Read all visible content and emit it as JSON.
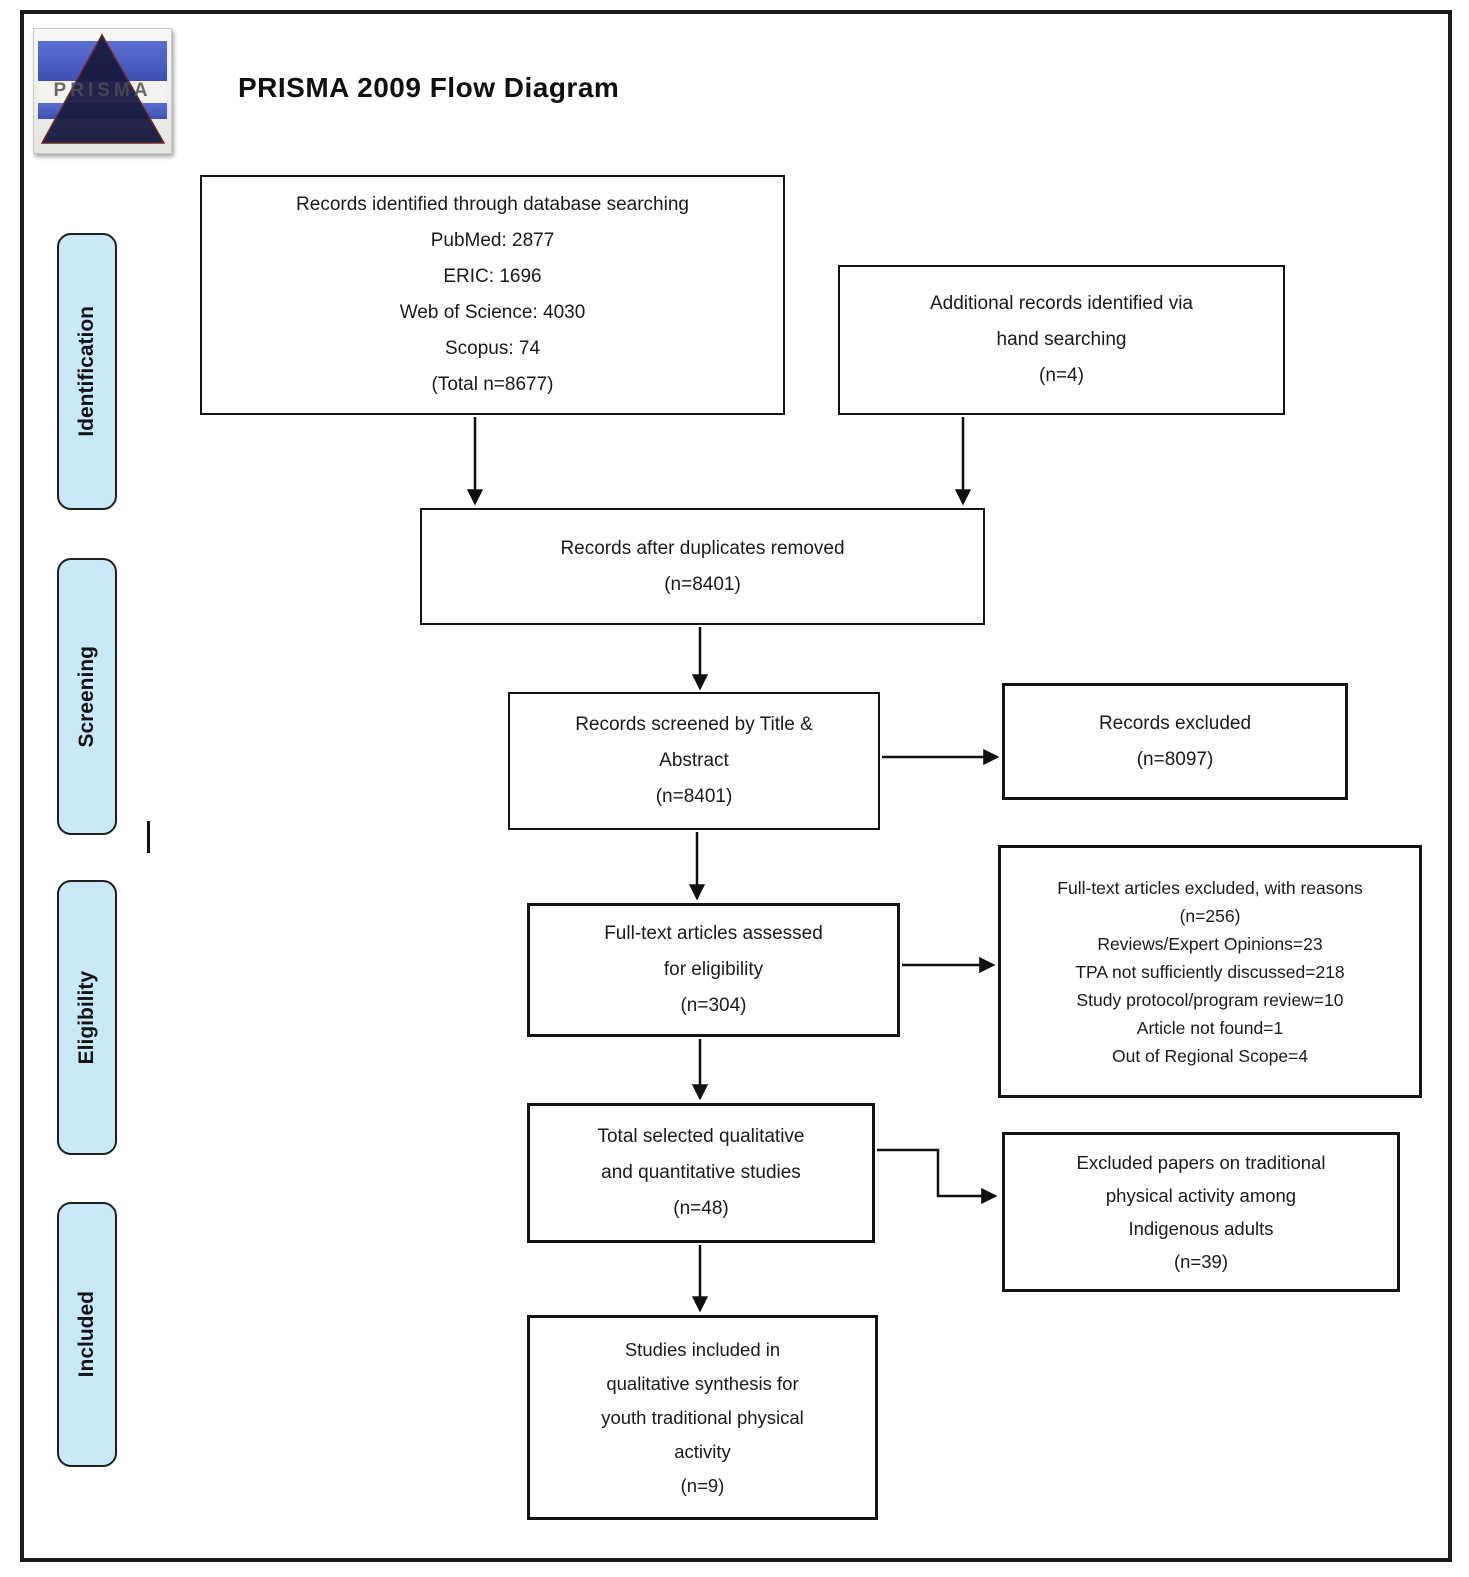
{
  "title": "PRISMA 2009 Flow Diagram",
  "logo": {
    "text": "PRISMA"
  },
  "stages": [
    "Identification",
    "Screening",
    "Eligibility",
    "Included"
  ],
  "boxes": {
    "identified": {
      "lines": [
        "Records identified through database searching",
        "PubMed: 2877",
        "ERIC: 1696",
        "Web of Science: 4030",
        "Scopus: 74",
        "(Total n=8677)"
      ]
    },
    "additional": {
      "lines": [
        "Additional records identified via",
        "hand searching",
        "(n=4)"
      ]
    },
    "after_duplicates": {
      "lines": [
        "Records after duplicates removed",
        "(n=8401)"
      ]
    },
    "screened": {
      "lines": [
        "Records screened by Title &",
        "Abstract",
        "(n=8401)"
      ]
    },
    "records_excluded": {
      "lines": [
        "Records excluded",
        "(n=8097)"
      ]
    },
    "fulltext_assessed": {
      "lines": [
        "Full-text articles assessed",
        "for eligibility",
        "(n=304)"
      ]
    },
    "fulltext_excluded": {
      "lines": [
        "Full-text articles excluded, with reasons",
        "(n=256)",
        "Reviews/Expert Opinions=23",
        "TPA not sufficiently discussed=218",
        "Study protocol/program review=10",
        "Article not found=1",
        "Out of Regional Scope=4"
      ]
    },
    "total_selected": {
      "lines": [
        "Total selected qualitative",
        "and quantitative studies",
        "(n=48)"
      ]
    },
    "excluded_adults": {
      "lines": [
        "Excluded papers on traditional",
        "physical activity among",
        "Indigenous adults",
        "(n=39)"
      ]
    },
    "included_youth": {
      "lines": [
        "Studies included in",
        "qualitative synthesis for",
        "youth traditional physical",
        "activity",
        "(n=9)"
      ]
    }
  },
  "colors": {
    "stage_fill": "#c9e9f8",
    "line": "#111111",
    "logo_blue": "#4a5fc4",
    "logo_triangle": "#181c42"
  }
}
